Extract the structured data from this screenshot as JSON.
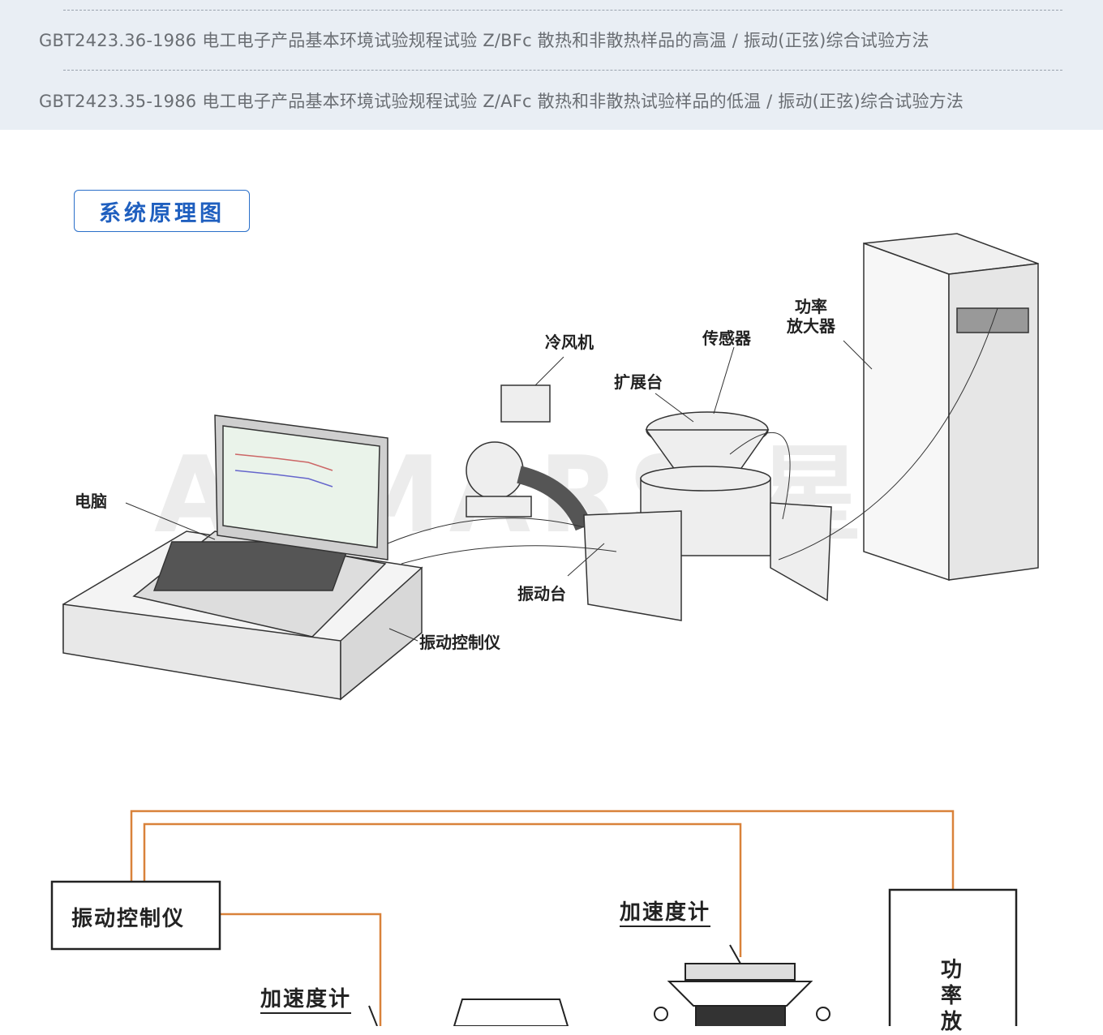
{
  "standards": [
    "GBT2423.36-1986 电工电子产品基本环境试验规程试验 Z/BFc 散热和非散热样品的高温 / 振动(正弦)综合试验方法",
    "GBT2423.35-1986 电工电子产品基本环境试验规程试验 Z/AFc 散热和非散热试验样品的低温 / 振动(正弦)综合试验方法"
  ],
  "section_title": "系统原理图",
  "diagram1": {
    "watermark": "AI MARS 星拓",
    "labels": {
      "computer": "电脑",
      "cooling_fan": "冷风机",
      "sensor": "传感器",
      "expansion_table": "扩展台",
      "power_amp_line1": "功率",
      "power_amp_line2": "放大器",
      "shaker": "振动台",
      "controller": "振动控制仪"
    }
  },
  "diagram2": {
    "controller": "振动控制仪",
    "accelerometer_1": "加速度计",
    "accelerometer_2": "加速度计",
    "power_amp_partial": "功率放"
  },
  "colors": {
    "accent": "#2a6fc9",
    "wire": "#d9823a",
    "band": "#e9eef4"
  }
}
